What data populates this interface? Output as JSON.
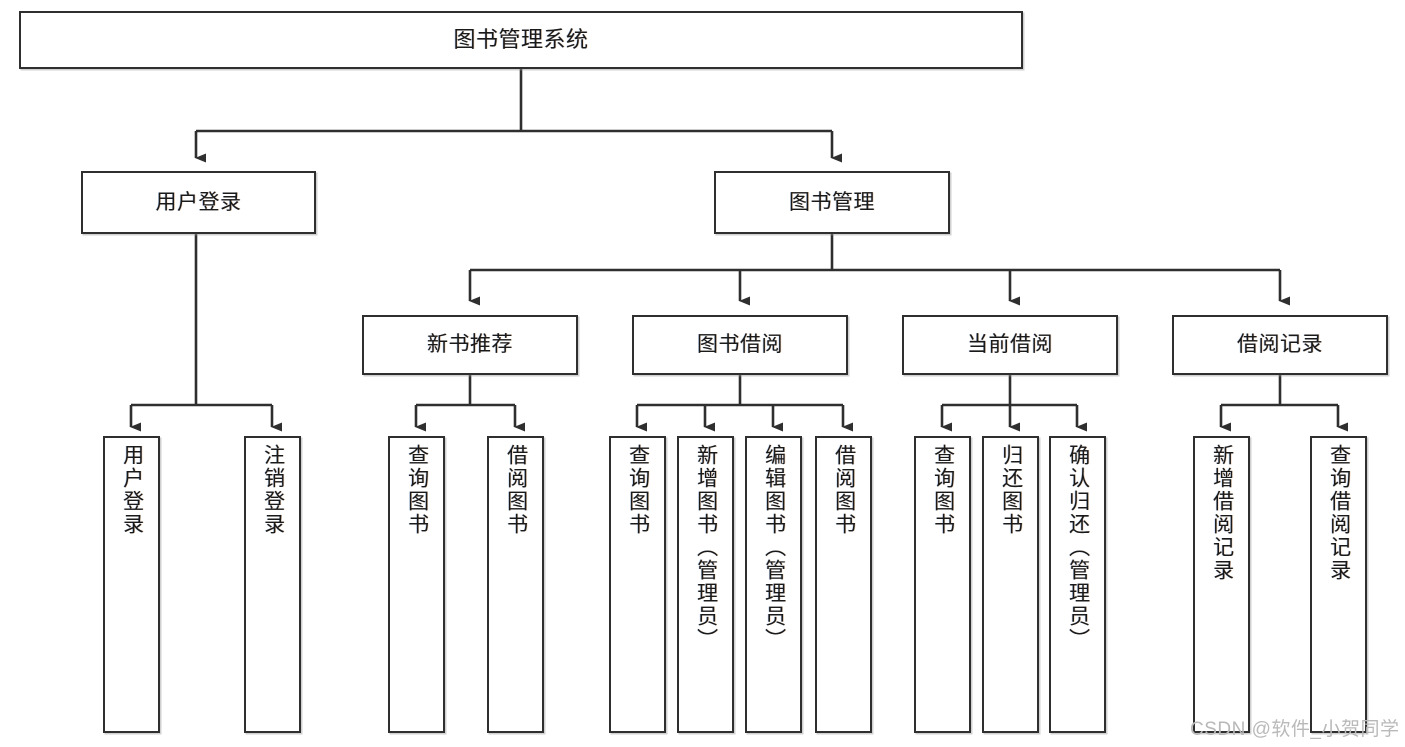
{
  "diagram": {
    "type": "tree-hierarchy",
    "title": "图书管理系统",
    "root": {
      "label": "图书管理系统"
    },
    "level2": [
      {
        "label": "用户登录"
      },
      {
        "label": "图书管理"
      }
    ],
    "level3": [
      {
        "label": "新书推荐"
      },
      {
        "label": "图书借阅"
      },
      {
        "label": "当前借阅"
      },
      {
        "label": "借阅记录"
      }
    ],
    "leaves": {
      "user_login": [
        {
          "label": "用户登录"
        },
        {
          "label": "注销登录"
        }
      ],
      "new_book_recommend": [
        {
          "label": "查询图书"
        },
        {
          "label": "借阅图书"
        }
      ],
      "book_borrow": [
        {
          "label": "查询图书"
        },
        {
          "label": "新增图书（管理员）"
        },
        {
          "label": "编辑图书（管理员）"
        },
        {
          "label": "借阅图书"
        }
      ],
      "current_borrow": [
        {
          "label": "查询图书"
        },
        {
          "label": "归还图书"
        },
        {
          "label": "确认归还（管理员）"
        }
      ],
      "borrow_record": [
        {
          "label": "新增借阅记录"
        },
        {
          "label": "查询借阅记录"
        }
      ]
    }
  },
  "watermark": {
    "text": "CSDN @软件_小贺同学"
  },
  "colors": {
    "stroke": "#2f2f2f",
    "box_fill": "#ffffff",
    "text": "#1a1a1a",
    "watermark": "#b9b9b9",
    "background": "#ffffff"
  }
}
